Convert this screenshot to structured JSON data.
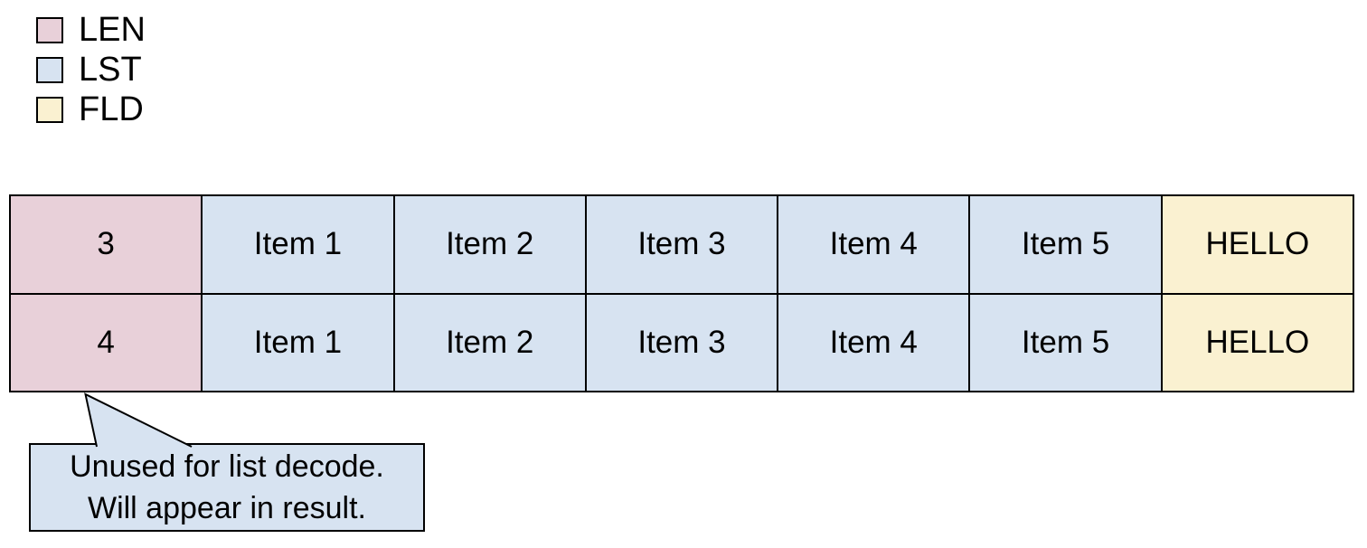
{
  "colors": {
    "len": "#e8d0d9",
    "lst": "#d7e3f1",
    "fld": "#faf1d1",
    "line": "#000000",
    "background": "#ffffff"
  },
  "legend": {
    "items": [
      {
        "id": "len",
        "label": "LEN",
        "color": "#e8d0d9"
      },
      {
        "id": "lst",
        "label": "LST",
        "color": "#d7e3f1"
      },
      {
        "id": "fld",
        "label": "FLD",
        "color": "#faf1d1"
      }
    ]
  },
  "table": {
    "rows": [
      {
        "len": "3",
        "items": [
          "Item 1",
          "Item 2",
          "Item 3",
          "Item 4",
          "Item 5"
        ],
        "fld": "HELLO"
      },
      {
        "len": "4",
        "items": [
          "Item 1",
          "Item 2",
          "Item 3",
          "Item 4",
          "Item 5"
        ],
        "fld": "HELLO"
      }
    ]
  },
  "callout": {
    "line1": "Unused for list decode.",
    "line2": "Will appear in result."
  }
}
